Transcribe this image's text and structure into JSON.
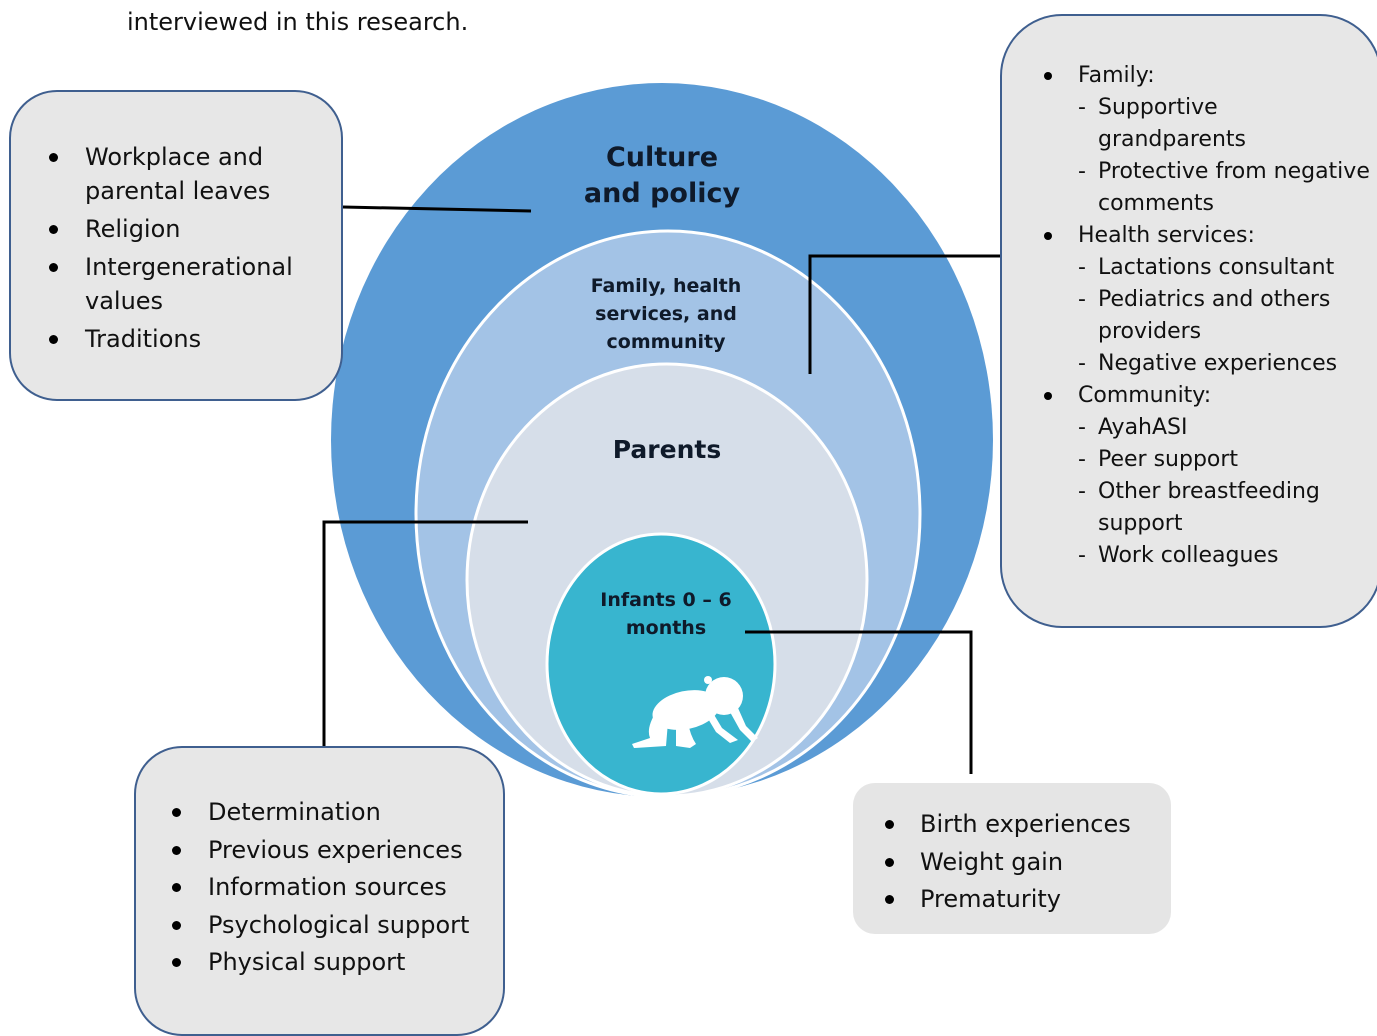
{
  "intro_text": "interviewed in this research.",
  "rings": {
    "culture": [
      "Culture",
      "and policy"
    ],
    "family": [
      "Family, health",
      "services, and",
      "community"
    ],
    "parents": "Parents",
    "infants": [
      "Infants 0 – 6",
      "months"
    ],
    "infant_icon": "crawling-baby-icon"
  },
  "colors": {
    "culture_ring": "#5b9bd5",
    "family_ring": "#a3c3e6",
    "parents_ring": "#d6dee9",
    "infants_ring": "#38b5cf",
    "box_fill": "#e7e7e7",
    "box_border": "#3f5f8f"
  },
  "boxes": {
    "culture": {
      "items": [
        "Workplace and parental leaves",
        "Religion",
        "Intergenerational values",
        "Traditions"
      ]
    },
    "family": {
      "groups": [
        {
          "label": "Family:",
          "items": [
            "Supportive grandparents",
            "Protective from negative comments"
          ]
        },
        {
          "label": "Health services:",
          "items": [
            "Lactations consultant",
            "Pediatrics and others providers",
            "Negative experiences"
          ]
        },
        {
          "label": "Community:",
          "items": [
            "AyahASI",
            "Peer support",
            "Other breastfeeding support",
            "Work colleagues"
          ]
        }
      ]
    },
    "parents": {
      "items": [
        "Determination",
        "Previous experiences",
        "Information sources",
        "Psychological support",
        "Physical support"
      ]
    },
    "infants": {
      "items": [
        "Birth experiences",
        "Weight gain",
        "Prematurity"
      ]
    }
  }
}
